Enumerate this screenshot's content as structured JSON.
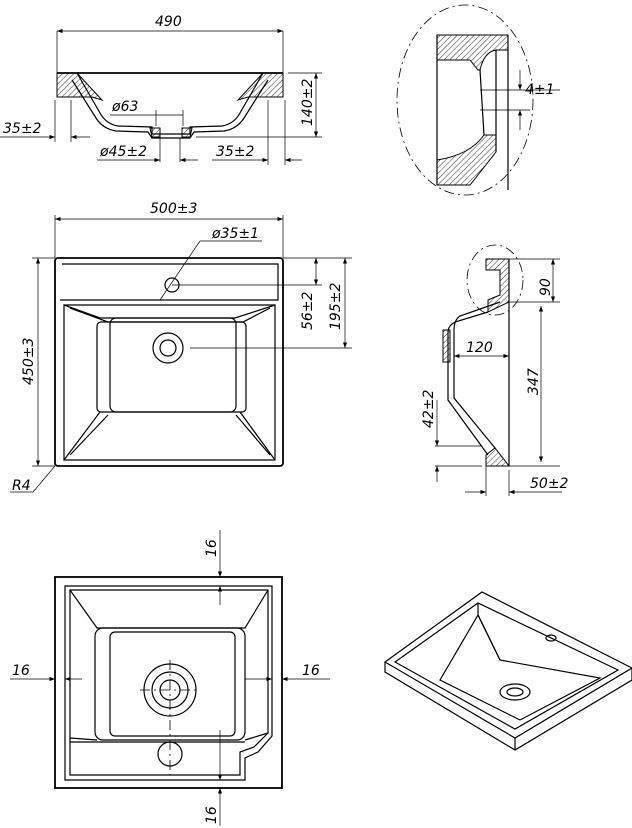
{
  "front_section": {
    "width": "490",
    "drain_outer": "ø63",
    "overhang_left": "35±2",
    "drain_hole": "ø45±2",
    "overhang_right": "35±2",
    "height": "140±2"
  },
  "detail_view": {
    "gap": "4±1"
  },
  "plan_view": {
    "width": "500±3",
    "tap_hole": "ø35±1",
    "tap_offset": "56±2",
    "drain_offset": "195±2",
    "depth": "450±3",
    "corner_radius": "R4"
  },
  "side_section": {
    "rim_height": "90",
    "bowl_depth": "120",
    "length": "347",
    "front_offset": "42±2",
    "rim_width": "50±2"
  },
  "bottom_view": {
    "margin_top": "16",
    "margin_left": "16",
    "margin_right": "16",
    "margin_bottom": "16"
  }
}
